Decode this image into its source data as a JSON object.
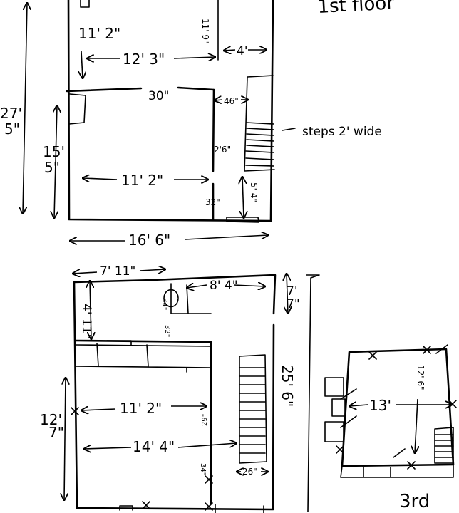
{
  "labels": {
    "floor1_title": "1st floor",
    "floor3_title": "3rd",
    "total_depth_ft": "27'",
    "total_depth_in": "5\"",
    "top_room_depth": "11' 2\"",
    "top_room_width": "12' 3\"",
    "right_gap": "4'",
    "top_right_vertical": "11' 9\"",
    "door_30": "30\"",
    "stair_gap": "46\"",
    "steps_note": "steps 2' wide",
    "left_room_depth_ft": "15'",
    "left_room_depth_in": "5\"",
    "inner_width": "11' 2\"",
    "wall_offset": "2'6\"",
    "door_32": "32\"",
    "stair_bottom": "5' 4\"",
    "bottom_width": "16' 6\"",
    "f2_top_width": "7' 11\"",
    "f2_top_right": "8' 4\"",
    "f2_side_right_ft": "7'",
    "f2_side_right_in": "7\"",
    "f2_left_top": "4' 11\"",
    "f2_small_34": "34\"",
    "f2_small_32": "32\"",
    "f2_total_depth": "25' 6\"",
    "f2_room_depth_ft": "12'",
    "f2_room_depth_in": "7\"",
    "f2_inner_width": "11' 2\"",
    "f2_lower_width": "14' 4\"",
    "f2_door_29": "29\"",
    "f2_door_34": "34\"",
    "f2_stair_26": "26\"",
    "f3_width": "13'",
    "f3_depth": "12' 6\""
  }
}
